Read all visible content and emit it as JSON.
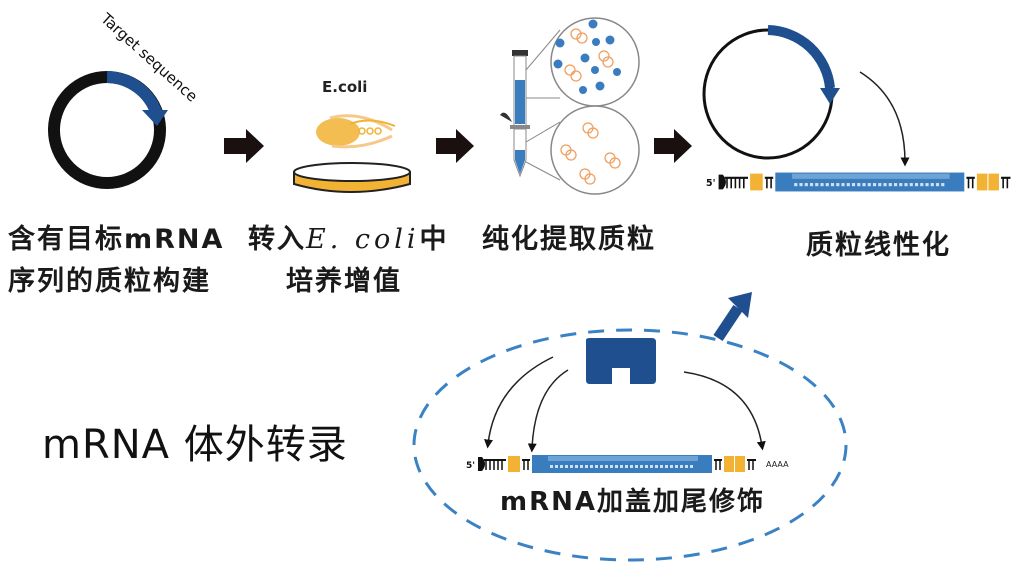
{
  "steps": [
    {
      "id": "plasmid-construction",
      "label_line1": "含有目标mRNA",
      "label_line2": "序列的质粒构建",
      "annotation": "Target sequence"
    },
    {
      "id": "ecoli-culture",
      "label_prefix": "转入",
      "label_italic": "E. coli",
      "label_suffix": "中",
      "label_line2": "培养增值",
      "annotation": "E.coli"
    },
    {
      "id": "plasmid-purification",
      "label_line1": "纯化提取质粒"
    },
    {
      "id": "plasmid-linearization",
      "label_line1": "质粒线性化",
      "strand_5prime": "5'"
    }
  ],
  "ivt": {
    "title": "mRNA 体外转录",
    "caption": "mRNA加盖加尾修饰",
    "strand_5prime": "5'",
    "poly_a": "AAAA"
  },
  "colors": {
    "blue_dark": "#1f4f8f",
    "blue_mid": "#3a7dbf",
    "blue_light": "#6ea3d6",
    "orange": "#f2b233",
    "orange_light": "#f6c98a",
    "black": "#111111",
    "dash": "#3b82c4"
  }
}
